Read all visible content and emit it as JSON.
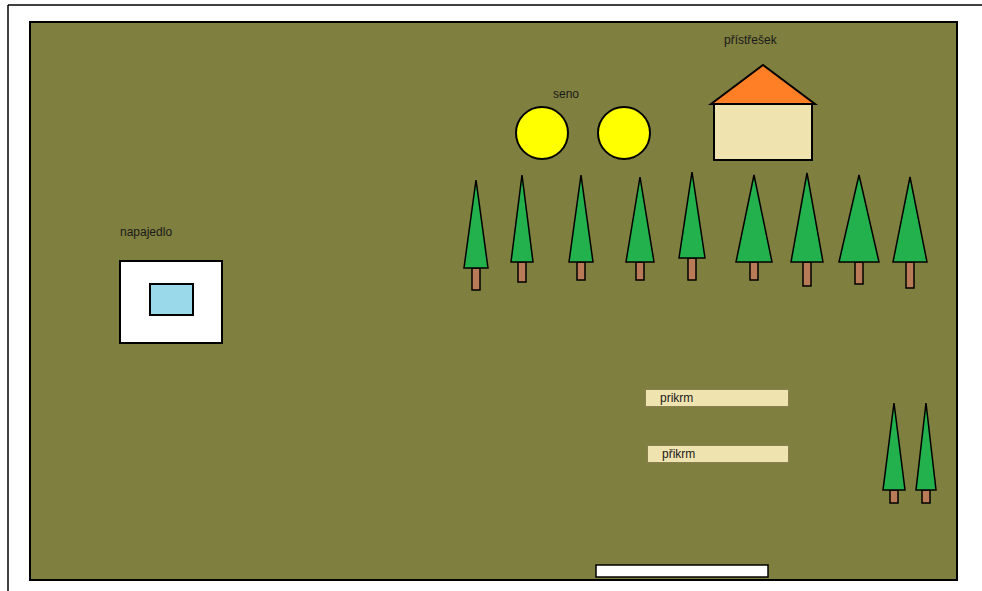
{
  "diagram": {
    "nodes": [
      {
        "text": [
          "přístřešek"
        ]
      },
      {
        "text": [
          "napajedlo"
        ]
      },
      {
        "text": [
          "prikrm"
        ]
      },
      {
        "text": [
          "přikrm"
        ]
      }
    ],
    "labels": [
      "seno"
    ]
  }
}
